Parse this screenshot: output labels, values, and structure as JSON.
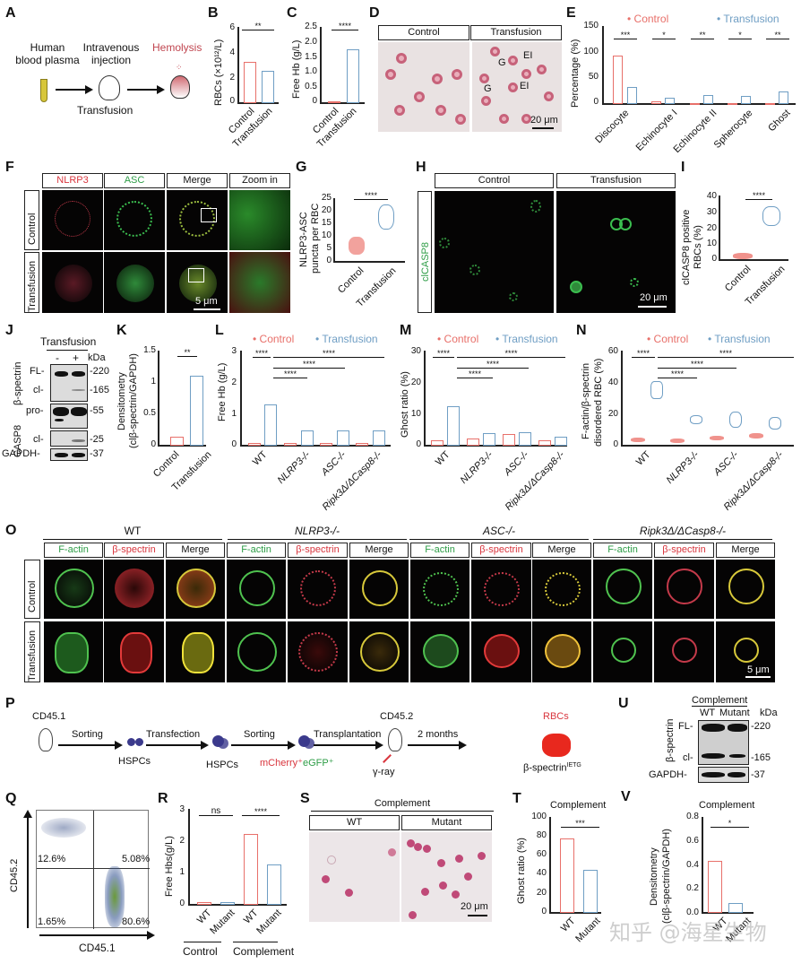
{
  "panels": {
    "A": {
      "label": "A",
      "step1": "Human",
      "step1b": "blood plasma",
      "step2": "Intravenous",
      "step2b": "injection",
      "step3": "Hemolysis",
      "under": "Transfusion"
    },
    "B": {
      "label": "B",
      "ylabel": "RBCs (×10¹²/L)",
      "sig": "**",
      "xticks": [
        "Control",
        "Transfusion"
      ],
      "yticks": [
        "6",
        "4",
        "2",
        "0"
      ]
    },
    "C": {
      "label": "C",
      "ylabel": "Free Hb (g/L)",
      "sig": "****",
      "xticks": [
        "Control",
        "Transfusion"
      ],
      "yticks": [
        "2.5",
        "2.0",
        "1.5",
        "1.0",
        "0.5",
        "0"
      ]
    },
    "D": {
      "label": "D",
      "headers": [
        "Control",
        "Transfusion"
      ],
      "annotations": [
        "G",
        "EI",
        "G",
        "EI"
      ],
      "scale": "20 μm"
    },
    "E": {
      "label": "E",
      "ylabel": "Percentage (%)",
      "legend": [
        "Control",
        "Transfusion"
      ],
      "yticks": [
        "150",
        "100",
        "50",
        "0"
      ],
      "xticks": [
        "Discocyte",
        "Echinocyte I",
        "Echinocyte II",
        "Spherocyte",
        "Ghost"
      ],
      "sigs": [
        "***",
        "*",
        "**",
        "*",
        "**"
      ]
    },
    "F": {
      "label": "F",
      "cols": [
        "NLRP3",
        "ASC",
        "Merge",
        "Zoom in"
      ],
      "rows": [
        "Control",
        "Transfusion"
      ],
      "scale": "5 μm"
    },
    "G": {
      "label": "G",
      "ylabel1": "NLRP3-ASC",
      "ylabel2": "puncta per RBC",
      "sig": "****",
      "yticks": [
        "25",
        "20",
        "15",
        "10",
        "5",
        "0"
      ],
      "xticks": [
        "Control",
        "Transfusion"
      ]
    },
    "H": {
      "label": "H",
      "headers": [
        "Control",
        "Transfusion"
      ],
      "rowlabel": "clCASP8",
      "scale": "20 μm"
    },
    "I": {
      "label": "I",
      "ylabel1": "clCASP8 positive",
      "ylabel2": "RBCs (%)",
      "sig": "****",
      "yticks": [
        "40",
        "30",
        "20",
        "10",
        "0"
      ],
      "xticks": [
        "Control",
        "Transfusion"
      ]
    },
    "J": {
      "label": "J",
      "title": "Transfusion",
      "lanes": [
        "-",
        "+"
      ],
      "kda": "kDa",
      "group1": "β-spectrin",
      "group2": "CASP8",
      "bands": [
        "FL-",
        "cl-",
        "pro-",
        "cl-",
        "GAPDH-"
      ],
      "markers": [
        "-220",
        "-165",
        "-55",
        "-25",
        "-37"
      ]
    },
    "K": {
      "label": "K",
      "ylabel1": "Densitometry",
      "ylabel2": "(clβ-spectrin/GAPDH)",
      "sig": "**",
      "yticks": [
        "1.5",
        "1",
        "0.5",
        "0"
      ],
      "xticks": [
        "Control",
        "Transfusion"
      ]
    },
    "L": {
      "label": "L",
      "ylabel": "Free Hb (g/L)",
      "legend": [
        "Control",
        "Transfusion"
      ],
      "yticks": [
        "3",
        "2",
        "1",
        "0"
      ],
      "xticks": [
        "WT",
        "NLRP3-/-",
        "ASC-/-",
        "Ripk3Δ/ΔCasp8-/-"
      ],
      "sigs": [
        "****",
        "****",
        "****",
        "****"
      ]
    },
    "M": {
      "label": "M",
      "ylabel": "Ghost ratio (%)",
      "legend": [
        "Control",
        "Transfusion"
      ],
      "yticks": [
        "30",
        "20",
        "10",
        "0"
      ],
      "xticks": [
        "WT",
        "NLRP3-/-",
        "ASC-/-",
        "Ripk3Δ/ΔCasp8-/-"
      ],
      "sigs": [
        "****",
        "****",
        "****",
        "****"
      ]
    },
    "N": {
      "label": "N",
      "ylabel1": "F-actin/β-spectrin",
      "ylabel2": "disordered RBC (%)",
      "legend": [
        "Control",
        "Transfusion"
      ],
      "yticks": [
        "60",
        "40",
        "20",
        "0"
      ],
      "xticks": [
        "WT",
        "NLRP3-/-",
        "ASC-/-",
        "Ripk3Δ/ΔCasp8-/-"
      ],
      "sigs": [
        "****",
        "****",
        "****",
        "****"
      ]
    },
    "O": {
      "label": "O",
      "groups": [
        "WT",
        "NLRP3-/-",
        "ASC-/-",
        "Ripk3Δ/ΔCasp8-/-"
      ],
      "cols": [
        "F-actin",
        "β-spectrin",
        "Merge"
      ],
      "rows": [
        "Control",
        "Transfusion"
      ],
      "scale": "5 μm"
    },
    "P": {
      "label": "P",
      "donor": "CD45.1",
      "steps": [
        "Sorting",
        "Transfection",
        "Sorting",
        "Transplantation",
        "2 months"
      ],
      "cells": [
        "HSPCs",
        "HSPCs"
      ],
      "mcherry": "mCherry⁺",
      "egfp": "eGFP⁺",
      "recipient": "CD45.2",
      "ray": "γ-ray",
      "rbc": "RBCs",
      "product": "β-spectrin",
      "product_sup": "IETG"
    },
    "Q": {
      "label": "Q",
      "ylabel": "CD45.2",
      "xlabel": "CD45.1",
      "quadrants": [
        "12.6%",
        "5.08%",
        "1.65%",
        "80.6%"
      ]
    },
    "R": {
      "label": "R",
      "ylabel": "Free Hbs(g/L)",
      "yticks": [
        "3",
        "2",
        "1",
        "0"
      ],
      "xticks": [
        "WT",
        "Mutant",
        "WT",
        "Mutant"
      ],
      "sigs": [
        "ns",
        "****"
      ],
      "groups": [
        "Control",
        "Complement"
      ]
    },
    "S": {
      "label": "S",
      "title": "Complement",
      "headers": [
        "WT",
        "Mutant"
      ],
      "scale": "20 μm"
    },
    "T": {
      "label": "T",
      "title": "Complement",
      "ylabel": "Ghost ratio (%)",
      "yticks": [
        "100",
        "80",
        "60",
        "40",
        "20",
        "0"
      ],
      "xticks": [
        "WT",
        "Mutant"
      ],
      "sig": "***"
    },
    "U": {
      "label": "U",
      "title": "Complement",
      "lanes": [
        "WT",
        "Mutant"
      ],
      "kda": "kDa",
      "group": "β-spectrin",
      "bands": [
        "FL-",
        "cl-",
        "GAPDH-"
      ],
      "markers": [
        "-220",
        "-165",
        "-37"
      ]
    },
    "V": {
      "label": "V",
      "title": "Complement",
      "ylabel1": "Densitometry",
      "ylabel2": "(clβ-spectrin/GAPDH)",
      "yticks": [
        "0.8",
        "0.6",
        "0.4",
        "0.2",
        "0.0"
      ],
      "xticks": [
        "WT",
        "Mutant"
      ],
      "sig": "*"
    }
  },
  "watermark": "知乎 @海星生物",
  "colors": {
    "control": "#e8706a",
    "transfusion": "#6f9ec4",
    "red_channel": "#d9363e",
    "green_channel": "#2e9d47"
  },
  "chart_data": [
    {
      "panel": "B",
      "type": "bar",
      "categories": [
        "Control",
        "Transfusion"
      ],
      "values": [
        3.2,
        2.5
      ],
      "ylabel": "RBCs (×10^12/L)",
      "ylim": [
        0,
        6
      ],
      "annotations": [
        "**"
      ]
    },
    {
      "panel": "C",
      "type": "bar",
      "categories": [
        "Control",
        "Transfusion"
      ],
      "values": [
        0.02,
        1.8
      ],
      "ylabel": "Free Hb (g/L)",
      "ylim": [
        0,
        2.5
      ],
      "annotations": [
        "****"
      ]
    },
    {
      "panel": "E",
      "type": "bar",
      "categories": [
        "Discocyte",
        "Echinocyte I",
        "Echinocyte II",
        "Spherocyte",
        "Ghost"
      ],
      "series": [
        {
          "name": "Control",
          "values": [
            93,
            5,
            0,
            0,
            0
          ]
        },
        {
          "name": "Transfusion",
          "values": [
            32,
            12,
            16,
            14,
            23
          ]
        }
      ],
      "ylabel": "Percentage (%)",
      "ylim": [
        0,
        150
      ],
      "annotations": [
        "***",
        "*",
        "**",
        "*",
        "**"
      ]
    },
    {
      "panel": "G",
      "type": "scatter",
      "categories": [
        "Control",
        "Transfusion"
      ],
      "values": [
        6.5,
        17.5
      ],
      "ylabel": "NLRP3-ASC puncta per RBC",
      "ylim": [
        0,
        25
      ],
      "annotations": [
        "****"
      ]
    },
    {
      "panel": "I",
      "type": "scatter",
      "categories": [
        "Control",
        "Transfusion"
      ],
      "values": [
        1.5,
        27
      ],
      "ylabel": "clCASP8 positive RBCs (%)",
      "ylim": [
        0,
        40
      ],
      "annotations": [
        "****"
      ]
    },
    {
      "panel": "K",
      "type": "bar",
      "categories": [
        "Control",
        "Transfusion"
      ],
      "values": [
        0.13,
        1.12
      ],
      "ylabel": "Densitometry (clβ-spectrin/GAPDH)",
      "ylim": [
        0,
        1.5
      ],
      "annotations": [
        "**"
      ]
    },
    {
      "panel": "L",
      "type": "bar",
      "categories": [
        "WT",
        "NLRP3-/-",
        "ASC-/-",
        "Ripk3Δ/ΔCasp8-/-"
      ],
      "series": [
        {
          "name": "Control",
          "values": [
            0.05,
            0.05,
            0.05,
            0.05
          ]
        },
        {
          "name": "Transfusion",
          "values": [
            1.32,
            0.47,
            0.47,
            0.46
          ]
        }
      ],
      "ylabel": "Free Hb (g/L)",
      "ylim": [
        0,
        3
      ],
      "annotations": [
        "****",
        "****",
        "****",
        "****"
      ]
    },
    {
      "panel": "M",
      "type": "bar",
      "categories": [
        "WT",
        "NLRP3-/-",
        "ASC-/-",
        "Ripk3Δ/ΔCasp8-/-"
      ],
      "series": [
        {
          "name": "Control",
          "values": [
            1.7,
            2.3,
            3.6,
            1.5
          ]
        },
        {
          "name": "Transfusion",
          "values": [
            12.2,
            4.0,
            4.4,
            2.8
          ]
        }
      ],
      "ylabel": "Ghost ratio (%)",
      "ylim": [
        0,
        30
      ],
      "annotations": [
        "****",
        "****",
        "****",
        "****"
      ]
    },
    {
      "panel": "N",
      "type": "scatter",
      "categories": [
        "WT",
        "NLRP3-/-",
        "ASC-/-",
        "Ripk3Δ/ΔCasp8-/-"
      ],
      "series": [
        {
          "name": "Control",
          "values": [
            2.8,
            2.2,
            3.8,
            5.2
          ]
        },
        {
          "name": "Transfusion",
          "values": [
            34,
            15,
            14,
            12
          ]
        }
      ],
      "ylabel": "F-actin/β-spectrin disordered RBC (%)",
      "ylim": [
        0,
        60
      ],
      "annotations": [
        "****",
        "****",
        "****",
        "****"
      ]
    },
    {
      "panel": "Q",
      "type": "scatter",
      "xlabel": "CD45.1",
      "ylabel": "CD45.2",
      "quadrants": {
        "upper_left": "12.6%",
        "upper_right": "5.08%",
        "lower_left": "1.65%",
        "lower_right": "80.6%"
      }
    },
    {
      "panel": "R",
      "type": "bar",
      "categories": [
        "Control WT",
        "Control Mutant",
        "Complement WT",
        "Complement Mutant"
      ],
      "values": [
        0.05,
        0.05,
        2.25,
        1.28
      ],
      "ylabel": "Free Hbs(g/L)",
      "ylim": [
        0,
        3
      ],
      "annotations": [
        "ns",
        "****"
      ]
    },
    {
      "panel": "T",
      "type": "bar",
      "categories": [
        "WT",
        "Mutant"
      ],
      "values": [
        77,
        45
      ],
      "title": "Complement",
      "ylabel": "Ghost ratio (%)",
      "ylim": [
        0,
        100
      ],
      "annotations": [
        "***"
      ]
    },
    {
      "panel": "V",
      "type": "bar",
      "categories": [
        "WT",
        "Mutant"
      ],
      "values": [
        0.43,
        0.08
      ],
      "title": "Complement",
      "ylabel": "Densitometry (clβ-spectrin/GAPDH)",
      "ylim": [
        0,
        0.8
      ],
      "annotations": [
        "*"
      ]
    }
  ]
}
